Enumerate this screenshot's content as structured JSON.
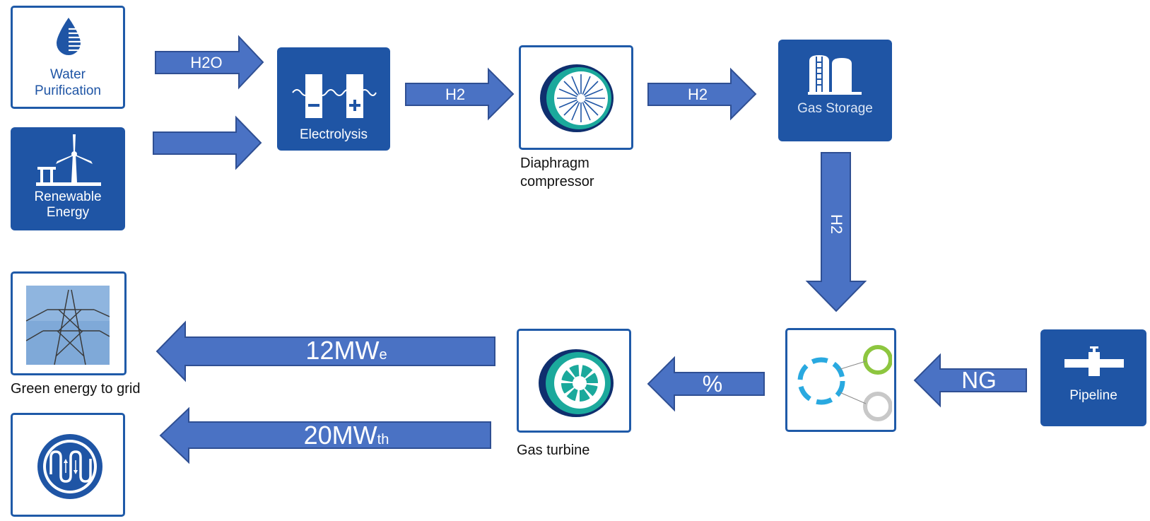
{
  "nodes": {
    "water_purification": {
      "line1": "Water",
      "line2": "Purification"
    },
    "renewable_energy": {
      "line1": "Renewable",
      "line2": "Energy"
    },
    "electrolysis": {
      "label": "Electrolysis"
    },
    "diaphragm_compressor": {
      "line1": "Diaphragm",
      "line2": "compressor"
    },
    "gas_storage": {
      "label": "Gas Storage"
    },
    "gas_turbine": {
      "label": "Gas turbine"
    },
    "pipeline": {
      "label": "Pipeline"
    },
    "grid": {
      "label": "Green energy to grid"
    }
  },
  "arrows": {
    "h2o": "H2O",
    "h2_to_compressor": "H2",
    "h2_to_storage": "H2",
    "h2_down": "H2",
    "ng": "NG",
    "percent": "%",
    "electric_value": "12MW",
    "electric_sub": "e",
    "thermal_value": "20MW",
    "thermal_sub": "th"
  },
  "colors": {
    "arrow_fill": "#4a72c4",
    "arrow_stroke": "#2f4f93",
    "box_blue": "#1f55a5",
    "accent_cyan": "#29a9e0",
    "accent_green": "#8dc63f",
    "accent_grey": "#c8c8c8"
  },
  "icons": [
    "water-drop-icon",
    "wind-turbine-icon",
    "electrolysis-cell-icon",
    "compressor-icon",
    "storage-tanks-icon",
    "transmission-tower-image",
    "heat-exchanger-icon",
    "turbine-icon",
    "mixing-icon",
    "pipeline-valve-icon"
  ]
}
